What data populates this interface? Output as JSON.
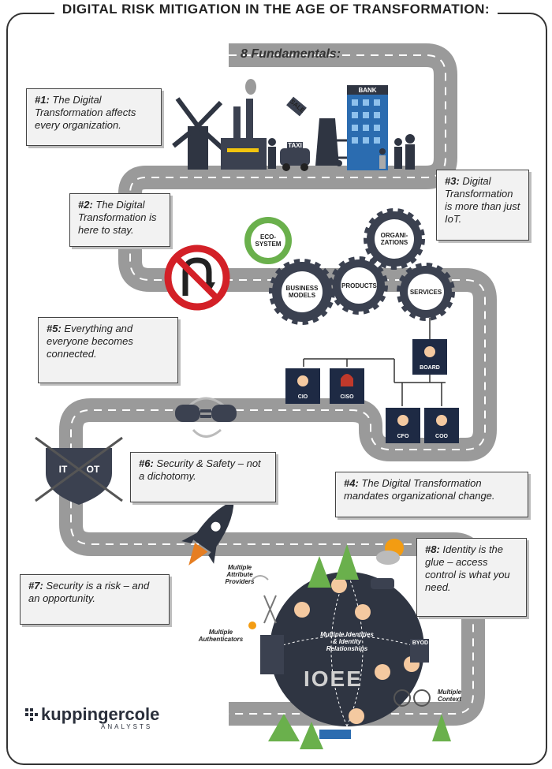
{
  "title": "DIGITAL RISK MITIGATION IN THE AGE OF TRANSFORMATION:",
  "fundamentals_heading": "8 Fundamentals:",
  "callouts": [
    {
      "num": "#1:",
      "text": "The Digital Transformation affects every organization."
    },
    {
      "num": "#2:",
      "text": "The Digital Transformation is here to stay."
    },
    {
      "num": "#3:",
      "text": "Digital Transformation is more than just IoT."
    },
    {
      "num": "#4:",
      "text": "The Digital Transformation mandates organizational change."
    },
    {
      "num": "#5:",
      "text": "Everything and everyone becomes connected."
    },
    {
      "num": "#6:",
      "text": "Security & Safety – not a dichotomy."
    },
    {
      "num": "#7:",
      "text": "Security is a risk – and an opportunity."
    },
    {
      "num": "#8:",
      "text": "Identity is the glue – access control is what you need."
    }
  ],
  "scene_labels": {
    "sale": "SALE",
    "taxi": "TAXI",
    "bank": "BANK"
  },
  "gears": {
    "ecosystem": "ECO-SYSTEM",
    "business_models": "BUSINESS MODELS",
    "products": "PRODUCTS",
    "services": "SERVICES",
    "organizations": "ORGANI-ZATIONS"
  },
  "roles": {
    "board": "BOARD",
    "cio": "CIO",
    "ciso": "CISO",
    "cfo": "CFO",
    "coo": "COO"
  },
  "shield": {
    "left": "IT",
    "right": "OT"
  },
  "globe": {
    "center": "Multiple Identities & Identity Relationships",
    "attribute_providers": "Multiple Attribute Providers",
    "authenticators": "Multiple Authenticators",
    "context": "Multiple Context",
    "byod": "BYOD",
    "ioee": "IOEE"
  },
  "logo": {
    "name": "kuppingercole",
    "sub": "ANALYSTS"
  },
  "colors": {
    "road": "#9a9a9a",
    "road_dark": "#6d6d6d",
    "gear": "#3b4150",
    "eco_gear": "#6ab04c",
    "no_sign": "#d32027",
    "navy": "#1e2a44"
  }
}
